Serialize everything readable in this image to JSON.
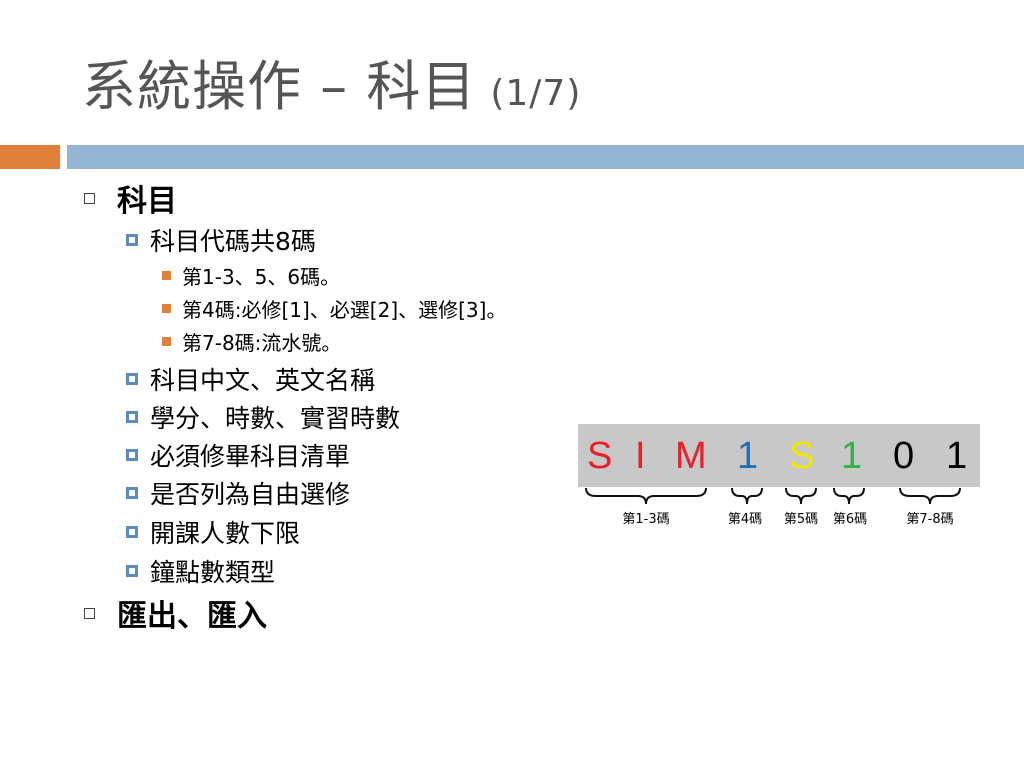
{
  "title": {
    "main": "系統操作 – 科目",
    "page": "(1/7)"
  },
  "outline": {
    "section1": {
      "label": "科目",
      "items": [
        {
          "label": "科目代碼共8碼",
          "subitems": [
            "第1-3、5、6碼。",
            "第4碼:必修[1]、必選[2]、選修[3]。",
            "第7-8碼:流水號。"
          ]
        },
        {
          "label": "科目中文、英文名稱"
        },
        {
          "label": "學分、時數、實習時數"
        },
        {
          "label": "必須修畢科目清單"
        },
        {
          "label": "是否列為自由選修"
        },
        {
          "label": "開課人數下限"
        },
        {
          "label": "鐘點數類型"
        }
      ]
    },
    "section2": {
      "label": "匯出、匯入"
    }
  },
  "code_example": {
    "chars": [
      {
        "ch": "S",
        "color": "#E8202A"
      },
      {
        "ch": "I",
        "color": "#E8202A"
      },
      {
        "ch": "M",
        "color": "#E8202A"
      },
      {
        "ch": "1",
        "color": "#1F6FB5"
      },
      {
        "ch": "S",
        "color": "#F2E600"
      },
      {
        "ch": "1",
        "color": "#2DB34A"
      },
      {
        "ch": "0",
        "color": "#000000"
      },
      {
        "ch": "1",
        "color": "#000000"
      }
    ],
    "labels": [
      "第1-3碼",
      "第4碼",
      "第5碼",
      "第6碼",
      "第7-8碼"
    ]
  },
  "colors": {
    "accent_orange": "#E0803A",
    "accent_blue": "#93B4D5",
    "title_gray": "#555555"
  }
}
